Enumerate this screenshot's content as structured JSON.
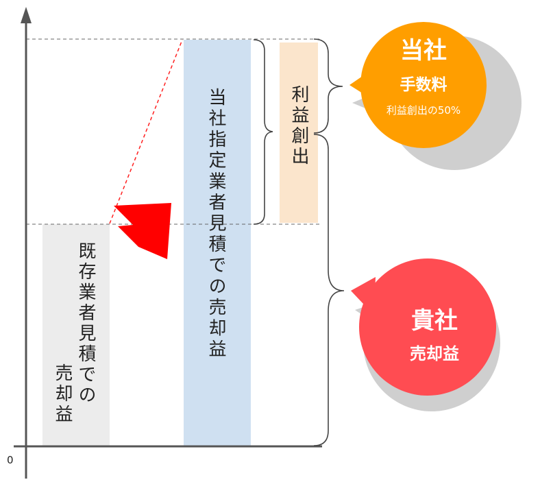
{
  "axis": {
    "origin_label": "0"
  },
  "bars": {
    "existing_label_line1": "既存業者見積での",
    "existing_label_line2": "売却益",
    "designated_label": "当社指定業者見積での売却益",
    "profit_label": "利益創出"
  },
  "bubbles": {
    "ours": {
      "title": "当社",
      "subtitle": "手数料",
      "note": "利益創出の50%",
      "color": "#ff9e00"
    },
    "yours": {
      "title": "貴社",
      "subtitle": "売却益",
      "color": "#ff4c52"
    }
  },
  "colors": {
    "existing_bar": "#ececec",
    "designated_bar": "#cfe0f1",
    "profit_bar": "#fbe5cc",
    "arrow": "#ff0000",
    "axis": "#555555"
  }
}
